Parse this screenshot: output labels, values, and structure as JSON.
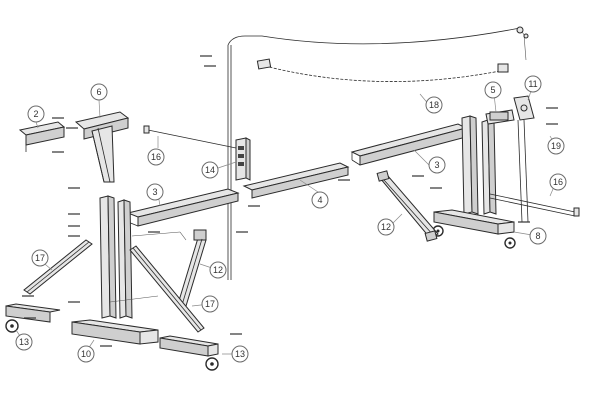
{
  "callouts": [
    {
      "id": "c2",
      "label": "2"
    },
    {
      "id": "c6",
      "label": "6"
    },
    {
      "id": "c16a",
      "label": "16"
    },
    {
      "id": "c14",
      "label": "14"
    },
    {
      "id": "c3a",
      "label": "3"
    },
    {
      "id": "c4",
      "label": "4"
    },
    {
      "id": "c3b",
      "label": "3"
    },
    {
      "id": "c18",
      "label": "18"
    },
    {
      "id": "c5",
      "label": "5"
    },
    {
      "id": "c11",
      "label": "11"
    },
    {
      "id": "c19",
      "label": "19"
    },
    {
      "id": "c16b",
      "label": "16"
    },
    {
      "id": "c12a",
      "label": "12"
    },
    {
      "id": "c8",
      "label": "8"
    },
    {
      "id": "c17a",
      "label": "17"
    },
    {
      "id": "c12b",
      "label": "12"
    },
    {
      "id": "c17b",
      "label": "17"
    },
    {
      "id": "c13a",
      "label": "13"
    },
    {
      "id": "c10",
      "label": "10"
    },
    {
      "id": "c13b",
      "label": "13"
    }
  ]
}
